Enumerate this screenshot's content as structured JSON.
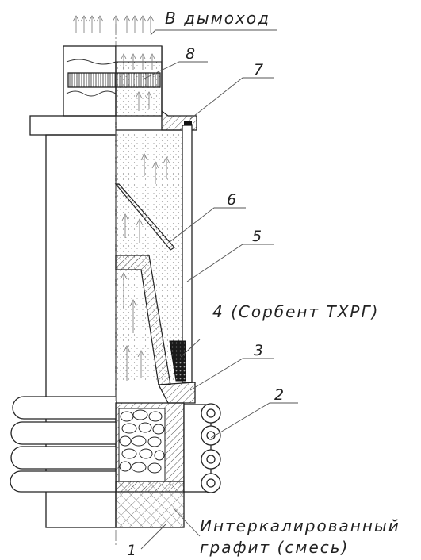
{
  "labels": {
    "flue": "В дымоход",
    "n8": "8",
    "n7": "7",
    "n6": "6",
    "n5": "5",
    "n4": "4 (Сорбент ТХРГ)",
    "n3": "3",
    "n2": "2",
    "n1": "1",
    "graphite_line1": "Интеркалированный",
    "graphite_line2": "графит (смесь)"
  },
  "colors": {
    "line": "#222222",
    "hatch": "#555555",
    "sorbent": "#111111"
  }
}
